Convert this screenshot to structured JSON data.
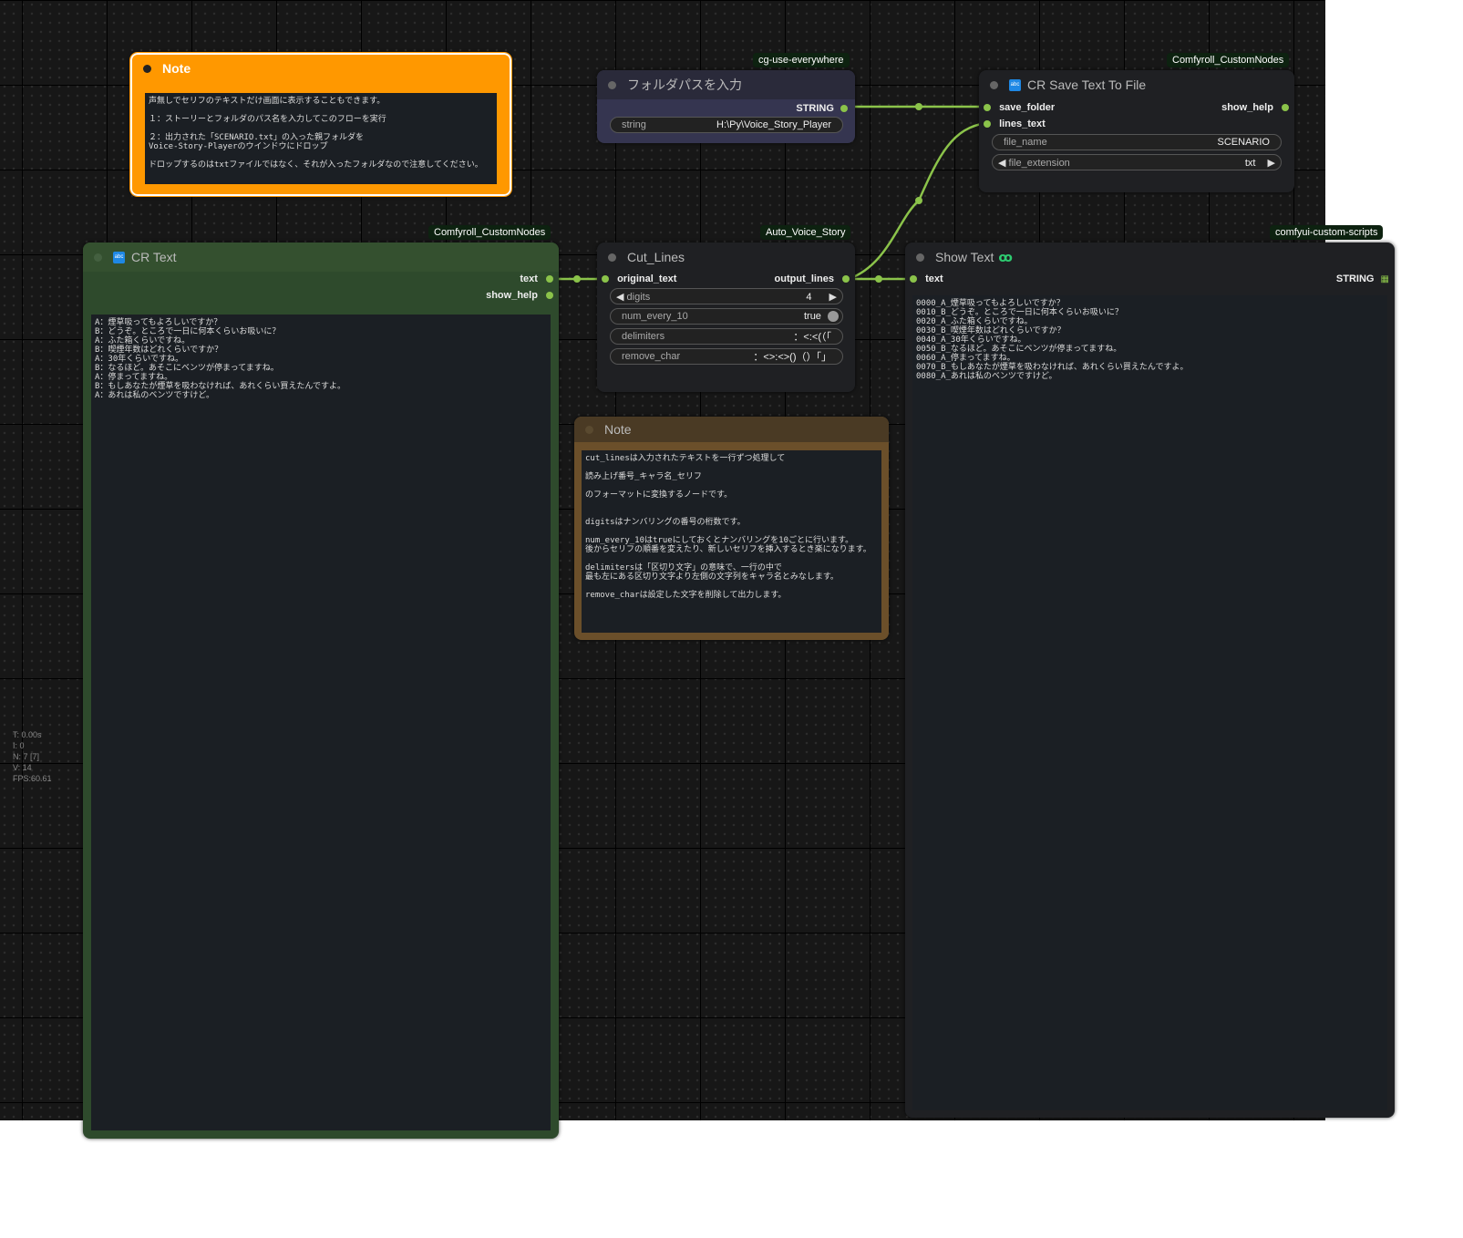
{
  "note_orange": {
    "title": "Note",
    "lines": [
      "声無しでセリフのテキストだけ画面に表示することもできます。",
      "",
      "１：ストーリーとフォルダのパス名を入力してこのフローを実行",
      "",
      "２：出力された「SCENARIO.txt」の入った親フォルダを",
      "Voice-Story-Playerのウインドウにドロップ",
      "",
      "ドロップするのはtxtファイルではなく、それが入ったフォルダなので注意してください。"
    ]
  },
  "folder_node": {
    "badge": "cg-use-everywhere",
    "title": "フォルダパスを入力",
    "output": "STRING",
    "widget_label": "string",
    "widget_value": "H:\\Py\\Voice_Story_Player"
  },
  "save_node": {
    "badge": "Comfyroll_CustomNodes",
    "title": "CR Save Text To File",
    "inputs": [
      "save_folder",
      "lines_text"
    ],
    "output": "show_help",
    "file_name_label": "file_name",
    "file_name_value": "SCENARIO",
    "file_ext_label": "file_extension",
    "file_ext_value": "txt"
  },
  "crtext_node": {
    "badge": "Comfyroll_CustomNodes",
    "title": "CR Text",
    "outputs": [
      "text",
      "show_help"
    ],
    "text": "A：煙草吸ってもよろしいですか？\nB：どうぞ。ところで一日に何本くらいお吸いに？\nA：ふた箱くらいですね。\nB：喫煙年数はどれくらいですか？\nA：30年くらいですね。\nB：なるほど。あそこにベンツが停まってますね。\nA：停まってますね。\nB：もしあなたが煙草を吸わなければ、あれくらい買えたんですよ。\nA：あれは私のベンツですけど。"
  },
  "cutlines_node": {
    "badge": "Auto_Voice_Story",
    "title": "Cut_Lines",
    "input": "original_text",
    "output": "output_lines",
    "digits_label": "digits",
    "digits_value": "4",
    "num_every_label": "num_every_10",
    "num_every_value": "true",
    "delimiters_label": "delimiters",
    "delimiters_value": "：<:<(（「",
    "remove_label": "remove_char",
    "remove_value": "：<>:<>()（）「」"
  },
  "note_brown": {
    "title": "Note",
    "lines": [
      "cut_linesは入力されたテキストを一行ずつ処理して",
      "",
      "読み上げ番号_キャラ名_セリフ",
      "",
      "のフォーマットに変換するノードです。",
      "",
      "",
      "digitsはナンバリングの番号の桁数です。",
      "",
      "num_every_10はtrueにしておくとナンバリングを10ごとに行います。",
      "後からセリフの順番を変えたり、新しいセリフを挿入するとき楽になります。",
      "",
      "delimitersは「区切り文字」の意味で、一行の中で",
      "最も左にある区切り文字より左側の文字列をキャラ名とみなします。",
      "",
      "remove_charは設定した文字を削除して出力します。"
    ]
  },
  "showtext_node": {
    "badge": "comfyui-custom-scripts",
    "title": "Show Text",
    "input": "text",
    "output": "STRING",
    "text": "0000_A_煙草吸ってもよろしいですか？\n0010_B_どうぞ。ところで一日に何本くらいお吸いに？\n0020_A_ふた箱くらいですね。\n0030_B_喫煙年数はどれくらいですか？\n0040_A_30年くらいですね。\n0050_B_なるほど。あそこにベンツが停まってますね。\n0060_A_停まってますね。\n0070_B_もしあなたが煙草を吸わなければ、あれくらい買えたんですよ。\n0080_A_あれは私のベンツですけど。"
  },
  "stats": [
    "T: 0.00s",
    "I: 0",
    "N: 7 [7]",
    "V: 14",
    "FPS:60.61"
  ],
  "colors": {
    "link": "#8bc34a",
    "note_orange": "#ff9800",
    "note_brown": "#6b4f2a",
    "group_green": "#2e4a2c"
  }
}
